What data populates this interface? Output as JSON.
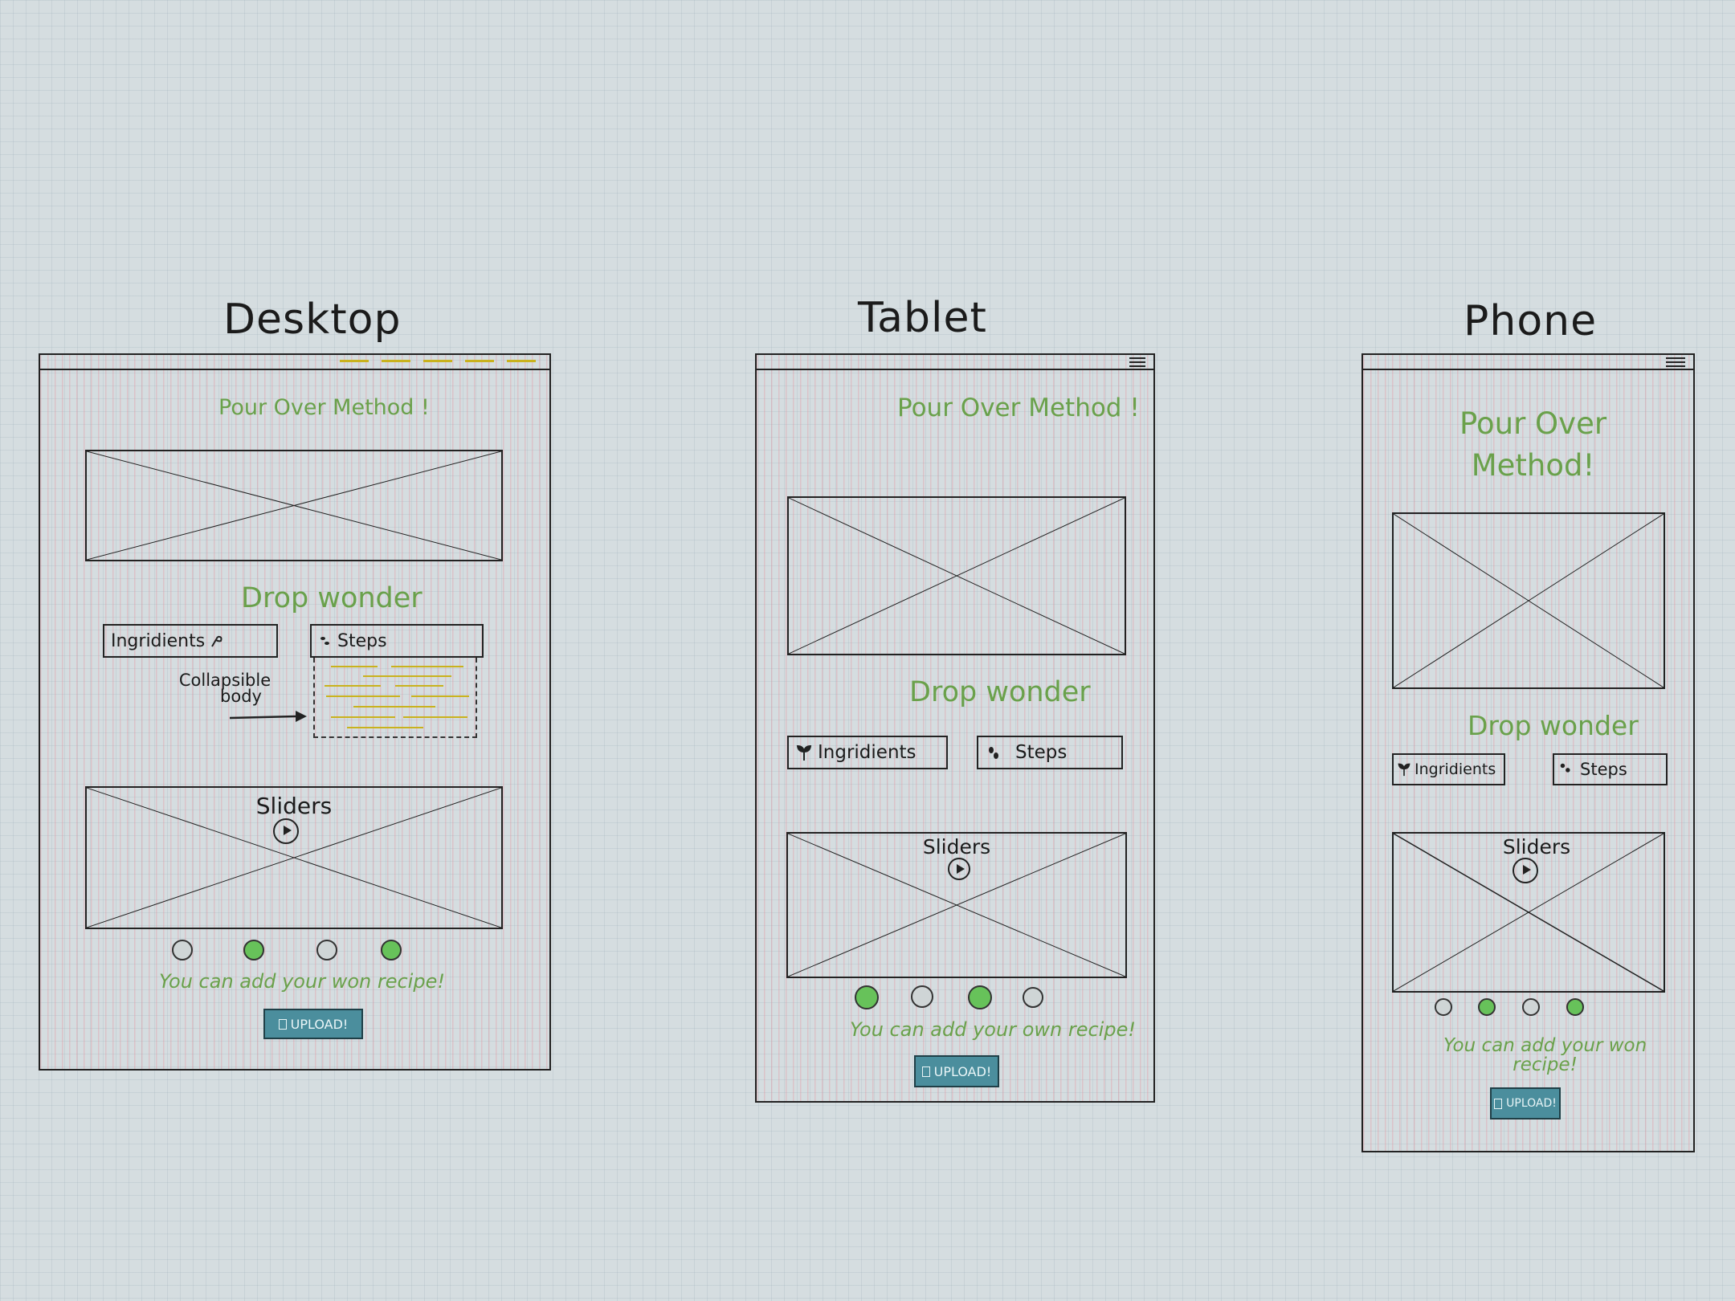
{
  "desktop": {
    "device_label": "Desktop",
    "title": "Pour Over Method !",
    "section_title": "Drop wonder",
    "ingredients_label": "Ingridients",
    "steps_label": "Steps",
    "note_line1": "Collapsible",
    "note_line2": "body",
    "slider_label": "Sliders",
    "cta_text": "You can add your won recipe!",
    "upload_label": "UPLOAD!",
    "dots": [
      "empty",
      "filled",
      "empty",
      "filled"
    ]
  },
  "tablet": {
    "device_label": "Tablet",
    "title": "Pour Over Method !",
    "section_title": "Drop wonder",
    "ingredients_label": "Ingridients",
    "steps_label": "Steps",
    "slider_label": "Sliders",
    "cta_text": "You can add your own recipe!",
    "upload_label": "UPLOAD!",
    "dots": [
      "filled",
      "empty",
      "filled",
      "empty"
    ]
  },
  "phone": {
    "device_label": "Phone",
    "title_line1": "Pour Over",
    "title_line2": "Method!",
    "section_title": "Drop wonder",
    "ingredients_label": "Ingridients",
    "steps_label": "Steps",
    "slider_label": "Sliders",
    "cta_line1": "You can add your won",
    "cta_line2": "recipe!",
    "upload_label": "UPLOAD!",
    "dots": [
      "empty",
      "filled",
      "empty",
      "filled"
    ]
  },
  "colors": {
    "accent_green": "#6aa14b",
    "dot_fill": "#67c25a",
    "dot_empty": "#cfd5d6",
    "upload_bg": "#4b8e9d",
    "highlight_yellow": "#c9b21d",
    "hatch_pink": "#e88c96"
  }
}
